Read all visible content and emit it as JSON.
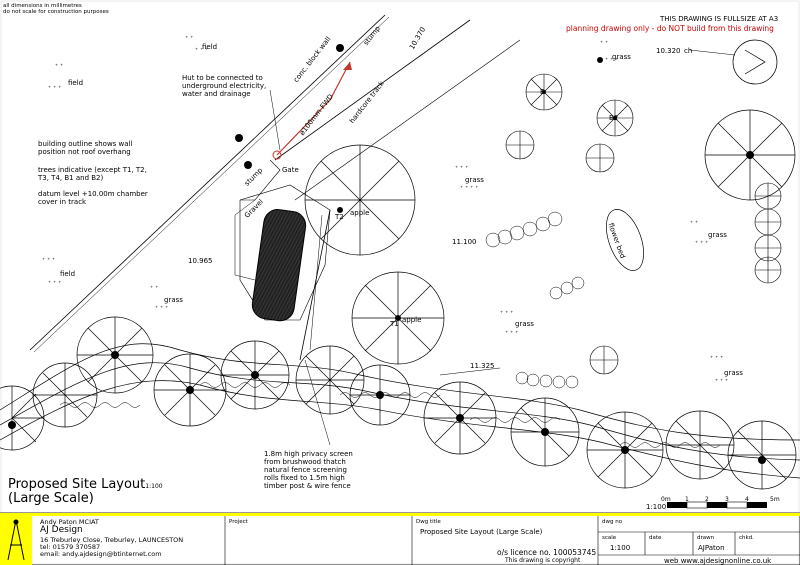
{
  "notes": {
    "dims_line1": "all dimensions in millimetres",
    "dims_line2": "do not scale for construction purposes",
    "fullsize": "THIS DRAWING IS FULLSIZE AT A3",
    "planning": "planning drawing only - do NOT build from this drawing",
    "hut_line1": "Hut to be connected to",
    "hut_line2": "underground electricity,",
    "hut_line3": "water and drainage",
    "outline_line1": "building outline shows wall",
    "outline_line2": "position not roof overhang",
    "trees_line1": "trees indicative (except T1, T2,",
    "trees_line2": "T3, T4, B1 and B2)",
    "datum_line1": "datum level +10.00m chamber",
    "datum_line2": "cover in track",
    "screen_line1": "1.8m high privacy screen",
    "screen_line2": "from brushwood thatch",
    "screen_line3": "natural fence screening",
    "screen_line4": "rolls fixed to 1.5m high",
    "screen_line5": "timber post & wire fence"
  },
  "labels": {
    "field": "field",
    "grass": "grass",
    "stump": "stump",
    "apple": "apple",
    "gate": "Gate",
    "gravel": "Gravel",
    "wall": "conc. block wall",
    "pipe": "ø100mm FWD",
    "track": "hardcore track",
    "flower_bed": "flower bed",
    "t1": "T1",
    "t2": "T2",
    "b1": "B",
    "b2": "B2",
    "ch": "ch"
  },
  "levels": {
    "l1": "10.370",
    "l2": "10.320",
    "l3": "11.100",
    "l4": "10.965",
    "l5": "11.325"
  },
  "title": {
    "main": "Proposed Site Layout",
    "scale": "1:100",
    "main2": "(Large Scale)"
  },
  "scalebar": {
    "ratio": "1:100",
    "ticks": [
      "0m",
      "1",
      "2",
      "3",
      "4",
      "5m"
    ]
  },
  "titleblock": {
    "name": "Andy Paton MCIAT",
    "company": "AJ Design",
    "address": "16 Treburley Close, Treburley, LAUNCESTON",
    "tel": "tel: 01579 370587",
    "email": "email: andy.ajdesign@btinternet.com",
    "project_label": "Project",
    "dwg_title_label": "Dwg title",
    "dwg_title": "Proposed Site Layout (Large Scale)",
    "licence": "o/s licence no. 100053745",
    "copyright": "This drawing is copyright",
    "dwg_no_label": "dwg no",
    "scale_label": "scale",
    "scale_value": "1:100",
    "date_label": "date",
    "drawn_label": "drawn",
    "drawn_value": "AJPaton",
    "chkd_label": "chkd.",
    "web": "web www.ajdesignonline.co.uk"
  },
  "colors": {
    "accent_yellow": "#ffff00",
    "red_line": "#c0392b",
    "ink": "#000000"
  }
}
